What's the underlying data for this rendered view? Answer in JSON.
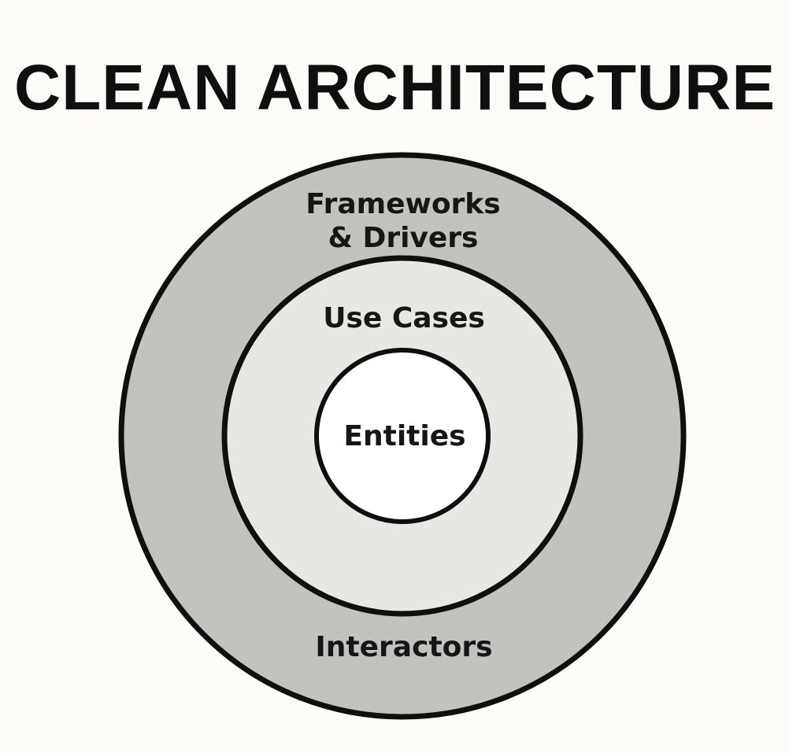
{
  "title": "CLEAN ARCHITECTURE",
  "colors": {
    "background": "#fcfbf7",
    "outer_ring": "#c4c2bf",
    "middle_ring": "#e9e7e3",
    "inner_circle": "#ffffff",
    "stroke": "#0f0f0f"
  },
  "layers": {
    "outer": {
      "label_line1": "Frameworks",
      "label_line2": "& Drivers",
      "bottom_label": "Interactors"
    },
    "middle": {
      "label": "Use Cases"
    },
    "inner": {
      "label": "Entities"
    }
  }
}
